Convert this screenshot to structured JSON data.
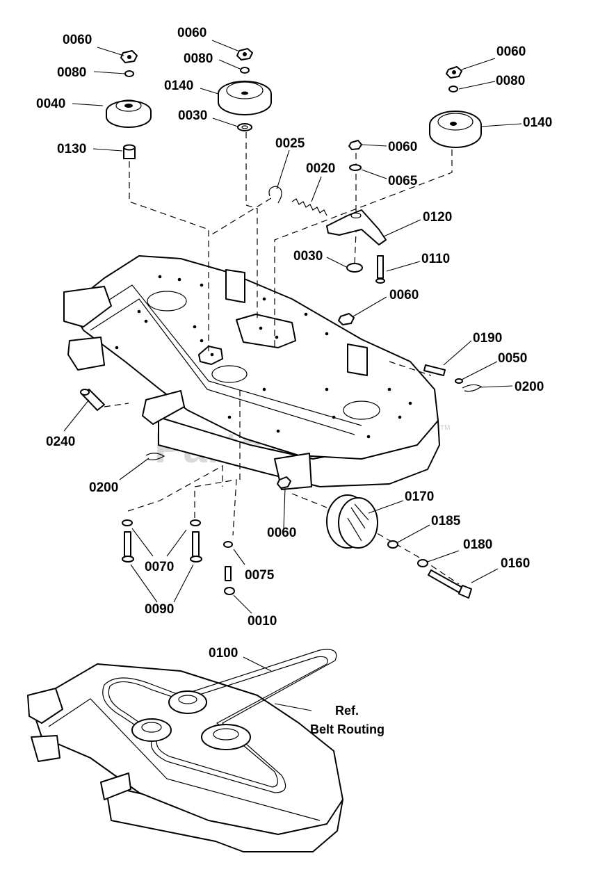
{
  "watermark": {
    "text": "PartsTree",
    "mark": "TM"
  },
  "note": {
    "line1": "Ref.",
    "line2": "Belt Routing"
  },
  "callouts": {
    "c_0060_a": "0060",
    "c_0080_a": "0080",
    "c_0040": "0040",
    "c_0130": "0130",
    "c_0060_b": "0060",
    "c_0080_b": "0080",
    "c_0140_a": "0140",
    "c_0030_a": "0030",
    "c_0060_c": "0060",
    "c_0080_c": "0080",
    "c_0140_b": "0140",
    "c_0025": "0025",
    "c_0020": "0020",
    "c_0060_d": "0060",
    "c_0065": "0065",
    "c_0120": "0120",
    "c_0030_b": "0030",
    "c_0110": "0110",
    "c_0060_e": "0060",
    "c_0190": "0190",
    "c_0050": "0050",
    "c_0200_a": "0200",
    "c_0240": "0240",
    "c_0200_b": "0200",
    "c_0170": "0170",
    "c_0185": "0185",
    "c_0060_f": "0060",
    "c_0180": "0180",
    "c_0160": "0160",
    "c_0070": "0070",
    "c_0075": "0075",
    "c_0090": "0090",
    "c_0010": "0010",
    "c_0100": "0100"
  }
}
